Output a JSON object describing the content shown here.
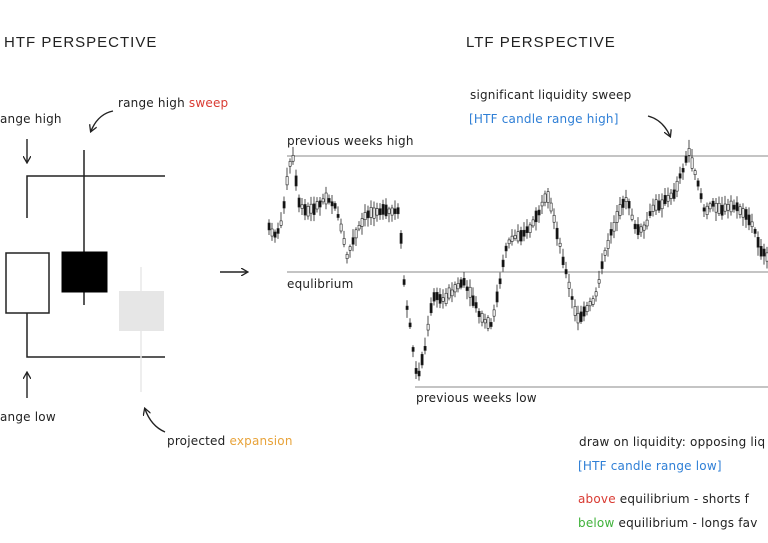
{
  "colors": {
    "line": "#222222",
    "red": "#d93a32",
    "blue": "#2f7fd6",
    "orange": "#e8a33a",
    "green": "#3fb23a",
    "projected": "#e6e6e6",
    "level": "#888888"
  },
  "htf": {
    "heading": "HTF PERSPECTIVE",
    "range_high_label": "ange high",
    "range_high_sweep_prefix": "range high ",
    "range_high_sweep_word": "sweep",
    "range_low_label": "ange low",
    "projected_prefix": "projected ",
    "projected_word": "expansion"
  },
  "ltf": {
    "heading": "LTF PERSPECTIVE",
    "sweep_label": "significant liquidity sweep",
    "sweep_bracket": "[HTF candle range high]",
    "prev_high": "previous weeks high",
    "equilibrium": "equlibrium",
    "prev_low": "previous weeks low",
    "draw_line": "draw on liquidity: opposing liq",
    "draw_bracket": "[HTF candle range low]",
    "above_word": "above",
    "above_rest": " equilibrium - shorts f",
    "below_word": "below",
    "below_rest": " equilibrium - longs fav"
  }
}
